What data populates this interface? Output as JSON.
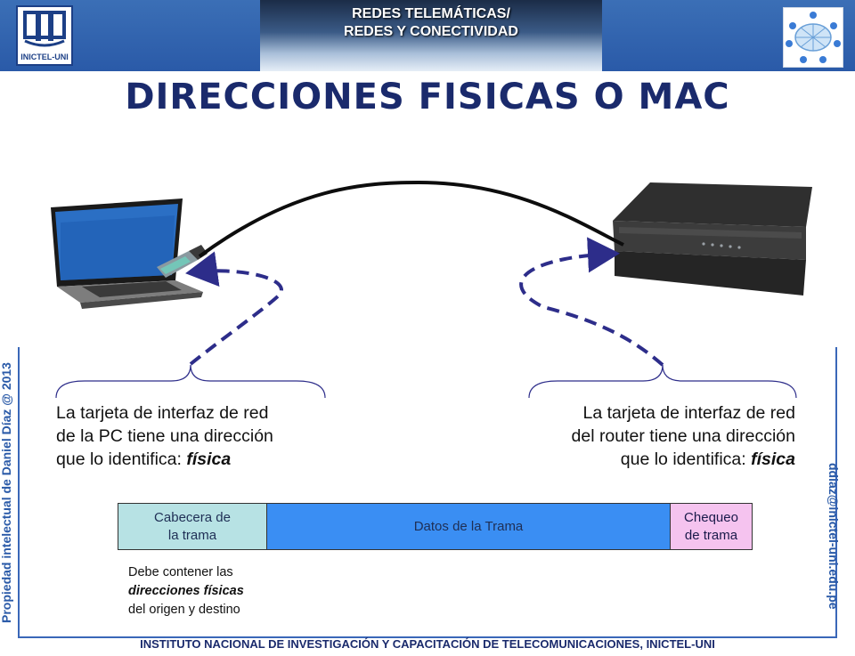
{
  "header": {
    "line1": "REDES TELEMÁTICAS/",
    "line2": "REDES Y CONECTIVIDAD",
    "logo_text": "INICTEL-UNI"
  },
  "title": "DIRECCIONES FISICAS O MAC",
  "side": {
    "left": "Propiedad intelectual de Daniel Díaz @ 2013",
    "right": "ddiaz@inictel-uni.edu.pe"
  },
  "footer": "INSTITUTO NACIONAL DE INVESTIGACIÓN Y CAPACITACIÓN DE TELECOMUNICACIONES, INICTEL-UNI",
  "left_desc": {
    "line1": "La tarjeta de interfaz de red",
    "line2": "de la PC tiene una dirección",
    "line3_prefix": "que lo identifica: ",
    "line3_em": "física"
  },
  "right_desc": {
    "line1": "La tarjeta de interfaz de red",
    "line2": "del router tiene una dirección",
    "line3_prefix": "que lo identifica: ",
    "line3_em": "física"
  },
  "frame": {
    "header_line1": "Cabecera de",
    "header_line2": "la trama",
    "data": "Datos de la Trama",
    "check_line1": "Chequeo",
    "check_line2": "de trama"
  },
  "note": {
    "line1": "Debe contener las",
    "line2": "direcciones físicas",
    "line3": "del origen y destino"
  },
  "colors": {
    "topbar": "#2a5aa8",
    "title": "#1a2a6c",
    "header_cell": "#b7e2e4",
    "data_cell": "#3a8ef3",
    "check_cell": "#f5c3ef",
    "dashed_arrow": "#2d2d8a"
  }
}
